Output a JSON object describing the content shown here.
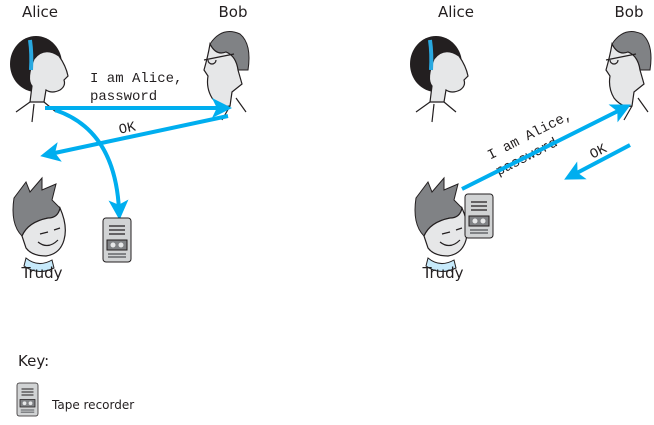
{
  "left_scenario": {
    "alice_label": "Alice",
    "bob_label": "Bob",
    "trudy_label": "Trudy",
    "message_line1": "I am Alice,",
    "message_line2": "password",
    "reply": "OK"
  },
  "right_scenario": {
    "alice_label": "Alice",
    "bob_label": "Bob",
    "trudy_label": "Trudy",
    "message_line1": "I am Alice,",
    "message_line2": "password",
    "reply": "OK"
  },
  "key": {
    "title": "Key:",
    "tape_recorder_label": "Tape recorder"
  },
  "colors": {
    "arrow": "#00aeef",
    "hairband": "#29a8e0"
  }
}
